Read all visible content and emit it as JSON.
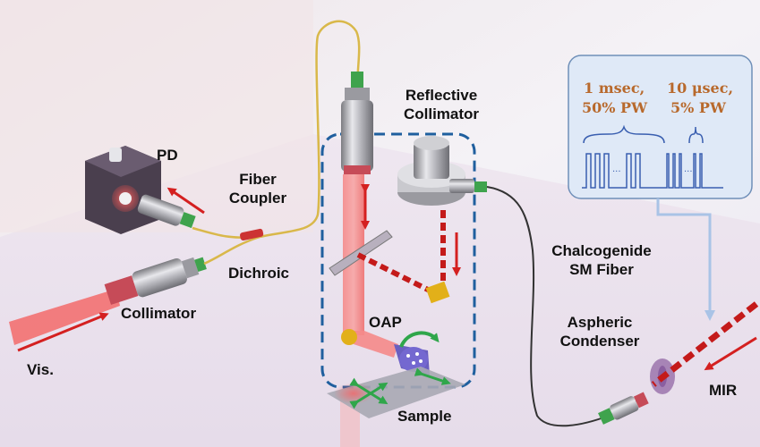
{
  "labels": {
    "pd": "PD",
    "fiber_coupler": [
      "Fiber",
      "Coupler"
    ],
    "reflective_collimator": [
      "Reflective",
      "Collimator"
    ],
    "dichroic": "Dichroic",
    "collimator": "Collimator",
    "vis": "Vis.",
    "oap": "OAP",
    "sample": "Sample",
    "chalcogenide_fiber": [
      "Chalcogenide",
      "SM Fiber"
    ],
    "aspheric_condenser": [
      "Aspheric",
      "Condenser"
    ],
    "mir": "MIR"
  },
  "pulse_inset": {
    "left_time": "1 msec,",
    "left_duty": "50% PW",
    "right_time": "10 μsec,",
    "right_duty": "5% PW",
    "ellipsis": "..."
  },
  "colors": {
    "laser_red": "#d42020",
    "beam_vis": "#f26b6b",
    "dashed_box": "#1f5f9e",
    "inset_bg": "#dfe9f7",
    "inset_text": "#b8692c",
    "fiber_yellow": "#d9b84a",
    "fiber_black": "#333333",
    "connector_green": "#3fa34d"
  }
}
